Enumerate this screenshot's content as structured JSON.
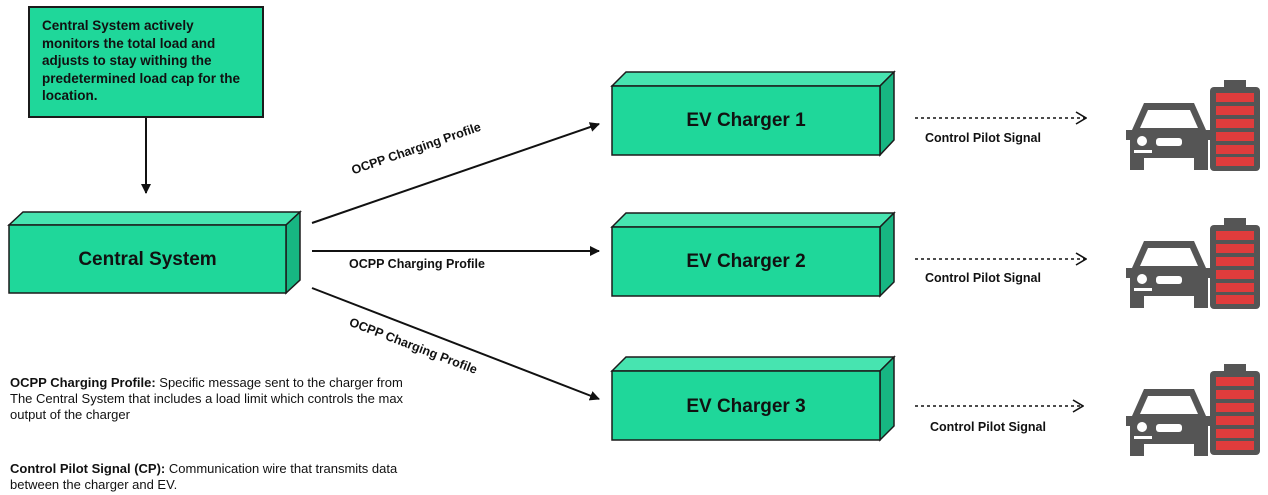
{
  "note": {
    "text": "Central System actively monitors the total load and adjusts to stay withing the predetermined load cap for the location."
  },
  "central": {
    "label": "Central System"
  },
  "chargers": [
    {
      "label": "EV Charger 1"
    },
    {
      "label": "EV Charger 2"
    },
    {
      "label": "EV Charger 3"
    }
  ],
  "edges": {
    "ocpp": [
      "OCPP Charging Profile",
      "OCPP Charging Profile",
      "OCPP Charging Profile"
    ],
    "cp": [
      "Control Pilot Signal",
      "Control Pilot Signal",
      "Control Pilot Signal"
    ]
  },
  "legend": {
    "ocpp_term": "OCPP Charging Profile:",
    "ocpp_desc": " Specific message sent to the charger from The Central System that includes a load limit which controls the max output of the charger",
    "cp_term": "Control Pilot Signal (CP):",
    "cp_desc": " Communication wire that transmits data between the charger and EV."
  },
  "colors": {
    "box_fill": "#1fd79a",
    "box_side": "#17b682",
    "box_top": "#47e4b0",
    "car": "#555555",
    "battery_cell": "#e03c3c"
  },
  "icons": [
    "car-icon",
    "battery-icon"
  ]
}
